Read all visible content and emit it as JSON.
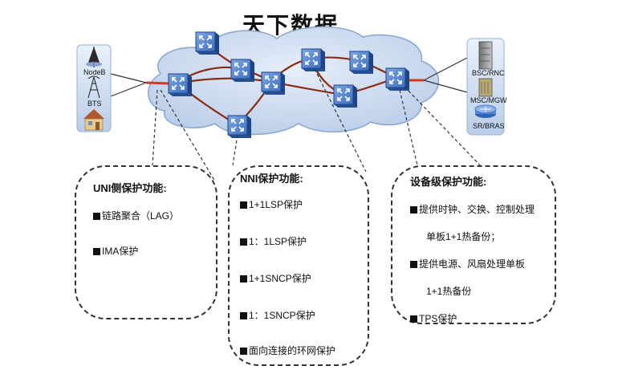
{
  "title": "天下数据",
  "left_devices": {
    "nodeb": "NodeB",
    "bts": "BTS"
  },
  "right_devices": {
    "bsc_rnc": "BSC/RNC",
    "msc_mgw": "MSC/MGW",
    "sr_bras": "SR/BRAS"
  },
  "uni_box": {
    "title": "UNI侧保护功能:",
    "items": [
      "链路聚合（LAG）",
      "IMA保护"
    ]
  },
  "nni_box": {
    "title": "NNI保护功能:",
    "items": [
      "1+1LSP保护",
      "1：1LSP保护",
      "1+1SNCP保护",
      "1：1SNCP保护",
      "面向连接的环网保护"
    ]
  },
  "equip_box": {
    "title": "设备级保护功能:",
    "items": [
      "提供时钟、交换、控制处理",
      "单板1+1热备份；",
      "提供电源、风扇处理单板",
      "1+1热备份",
      "TPS保护"
    ]
  },
  "colors": {
    "cloud": "#c5d6ec",
    "cloud_stroke": "#8aa6cf",
    "link": "#8b2a12",
    "router_fill": "#2e63b5",
    "router_dark": "#1d4486"
  }
}
